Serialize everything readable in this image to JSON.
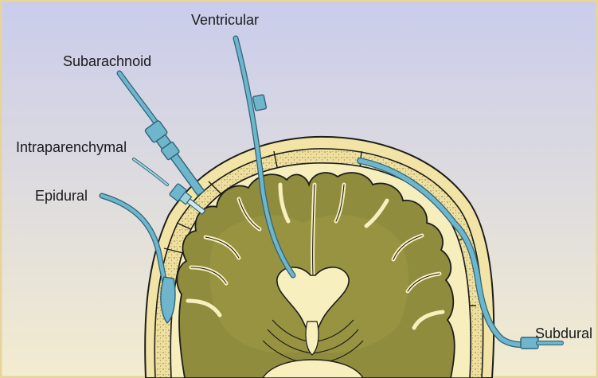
{
  "labels": {
    "ventricular": "Ventricular",
    "subarachnoid": "Subarachnoid",
    "intraparenchymal": "Intraparenchymal",
    "epidural": "Epidural",
    "subdural": "Subdural"
  },
  "colors": {
    "background_top": "#c9ccec",
    "background_bottom": "#f3ecd0",
    "border": "#efe2b3",
    "skull_fill": "#f1e4a8",
    "bone_texture": "#b8a868",
    "brain": "#8f8c3e",
    "brain_light": "#a8a14e",
    "csf": "#f7efbe",
    "catheter": "#6fb5cc",
    "catheter_outline": "#2e6478",
    "outline": "#1d1d1d"
  }
}
